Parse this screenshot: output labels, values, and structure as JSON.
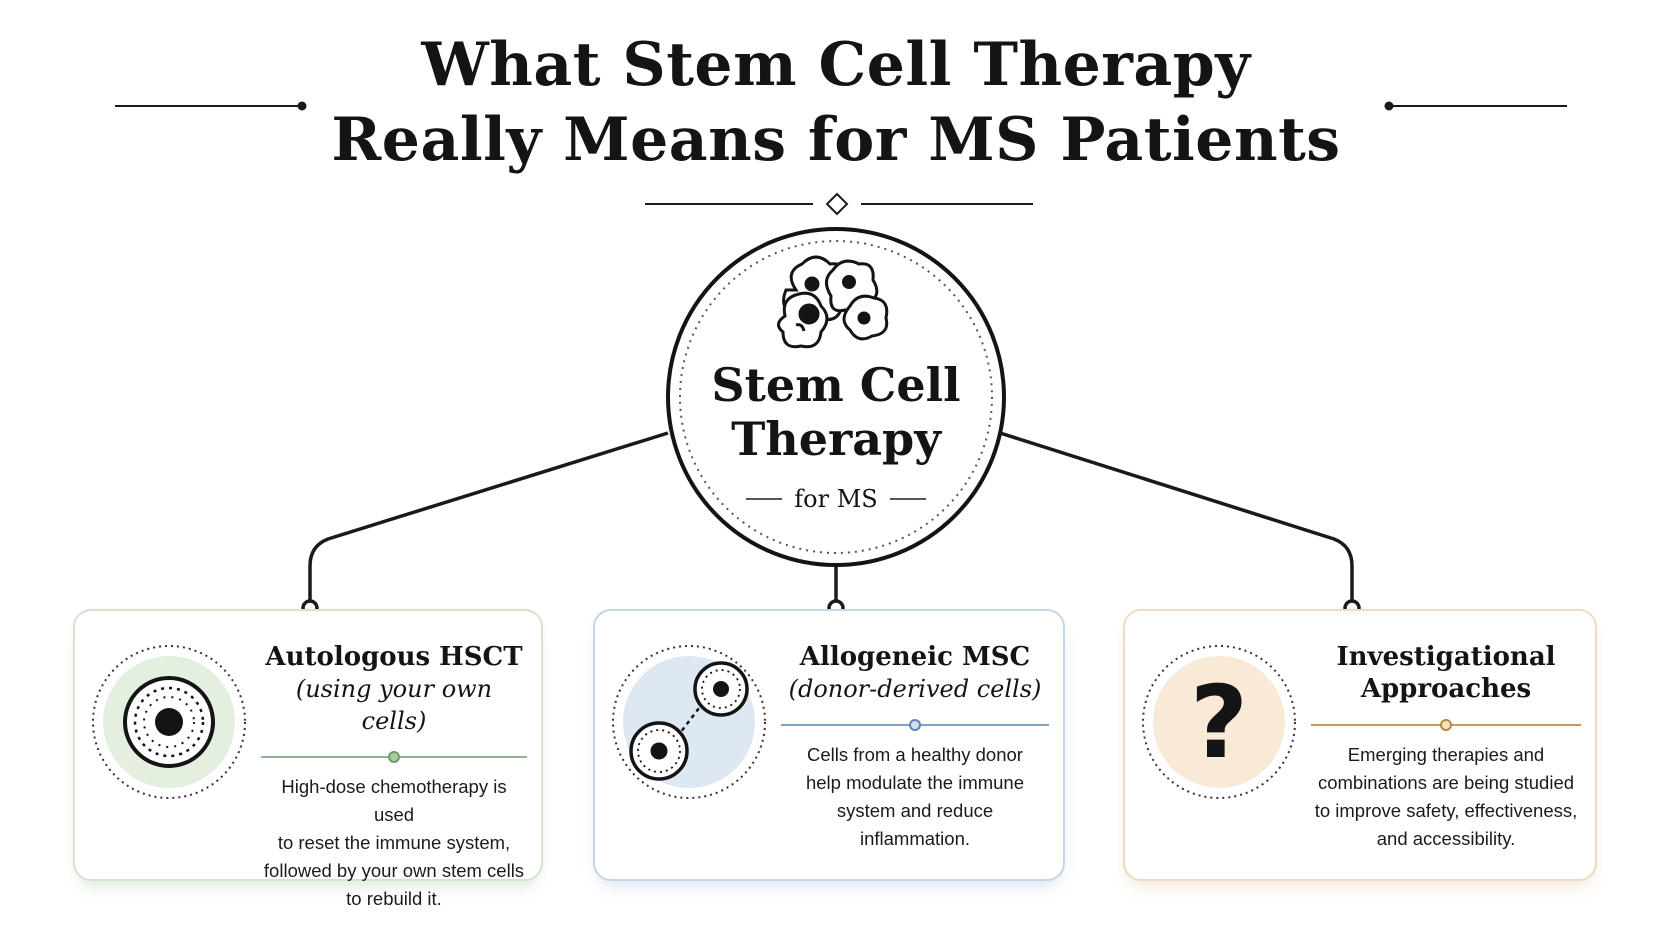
{
  "title": {
    "line1": "What Stem Cell Therapy",
    "line2": "Really Means for MS Patients"
  },
  "hub": {
    "line1": "Stem Cell",
    "line2": "Therapy",
    "sub": "for MS",
    "icon": "cell-cluster-icon"
  },
  "cards": [
    {
      "title": "Autologous HSCT",
      "subtitle": "(using your own cells)",
      "desc": [
        "High-dose chemotherapy is used",
        "to reset the immune system,",
        "followed by your own stem cells",
        "to rebuild it."
      ],
      "icon": "single-cell-icon",
      "accent": "#8fb58a",
      "fill": "#e3efdf"
    },
    {
      "title": "Allogeneic MSC",
      "subtitle": "(donor-derived cells)",
      "desc": [
        "Cells from a healthy donor",
        "help modulate the immune",
        "system and reduce inflammation."
      ],
      "icon": "linked-cells-icon",
      "accent": "#7fa0c4",
      "fill": "#dde8f3"
    },
    {
      "title_line1": "Investigational",
      "title_line2": "Approaches",
      "desc": [
        "Emerging therapies and",
        "combinations are being studied",
        "to improve safety, effectiveness,",
        "and accessibility."
      ],
      "icon": "question-mark-icon",
      "accent": "#c99a55",
      "fill": "#f8ead6"
    }
  ]
}
